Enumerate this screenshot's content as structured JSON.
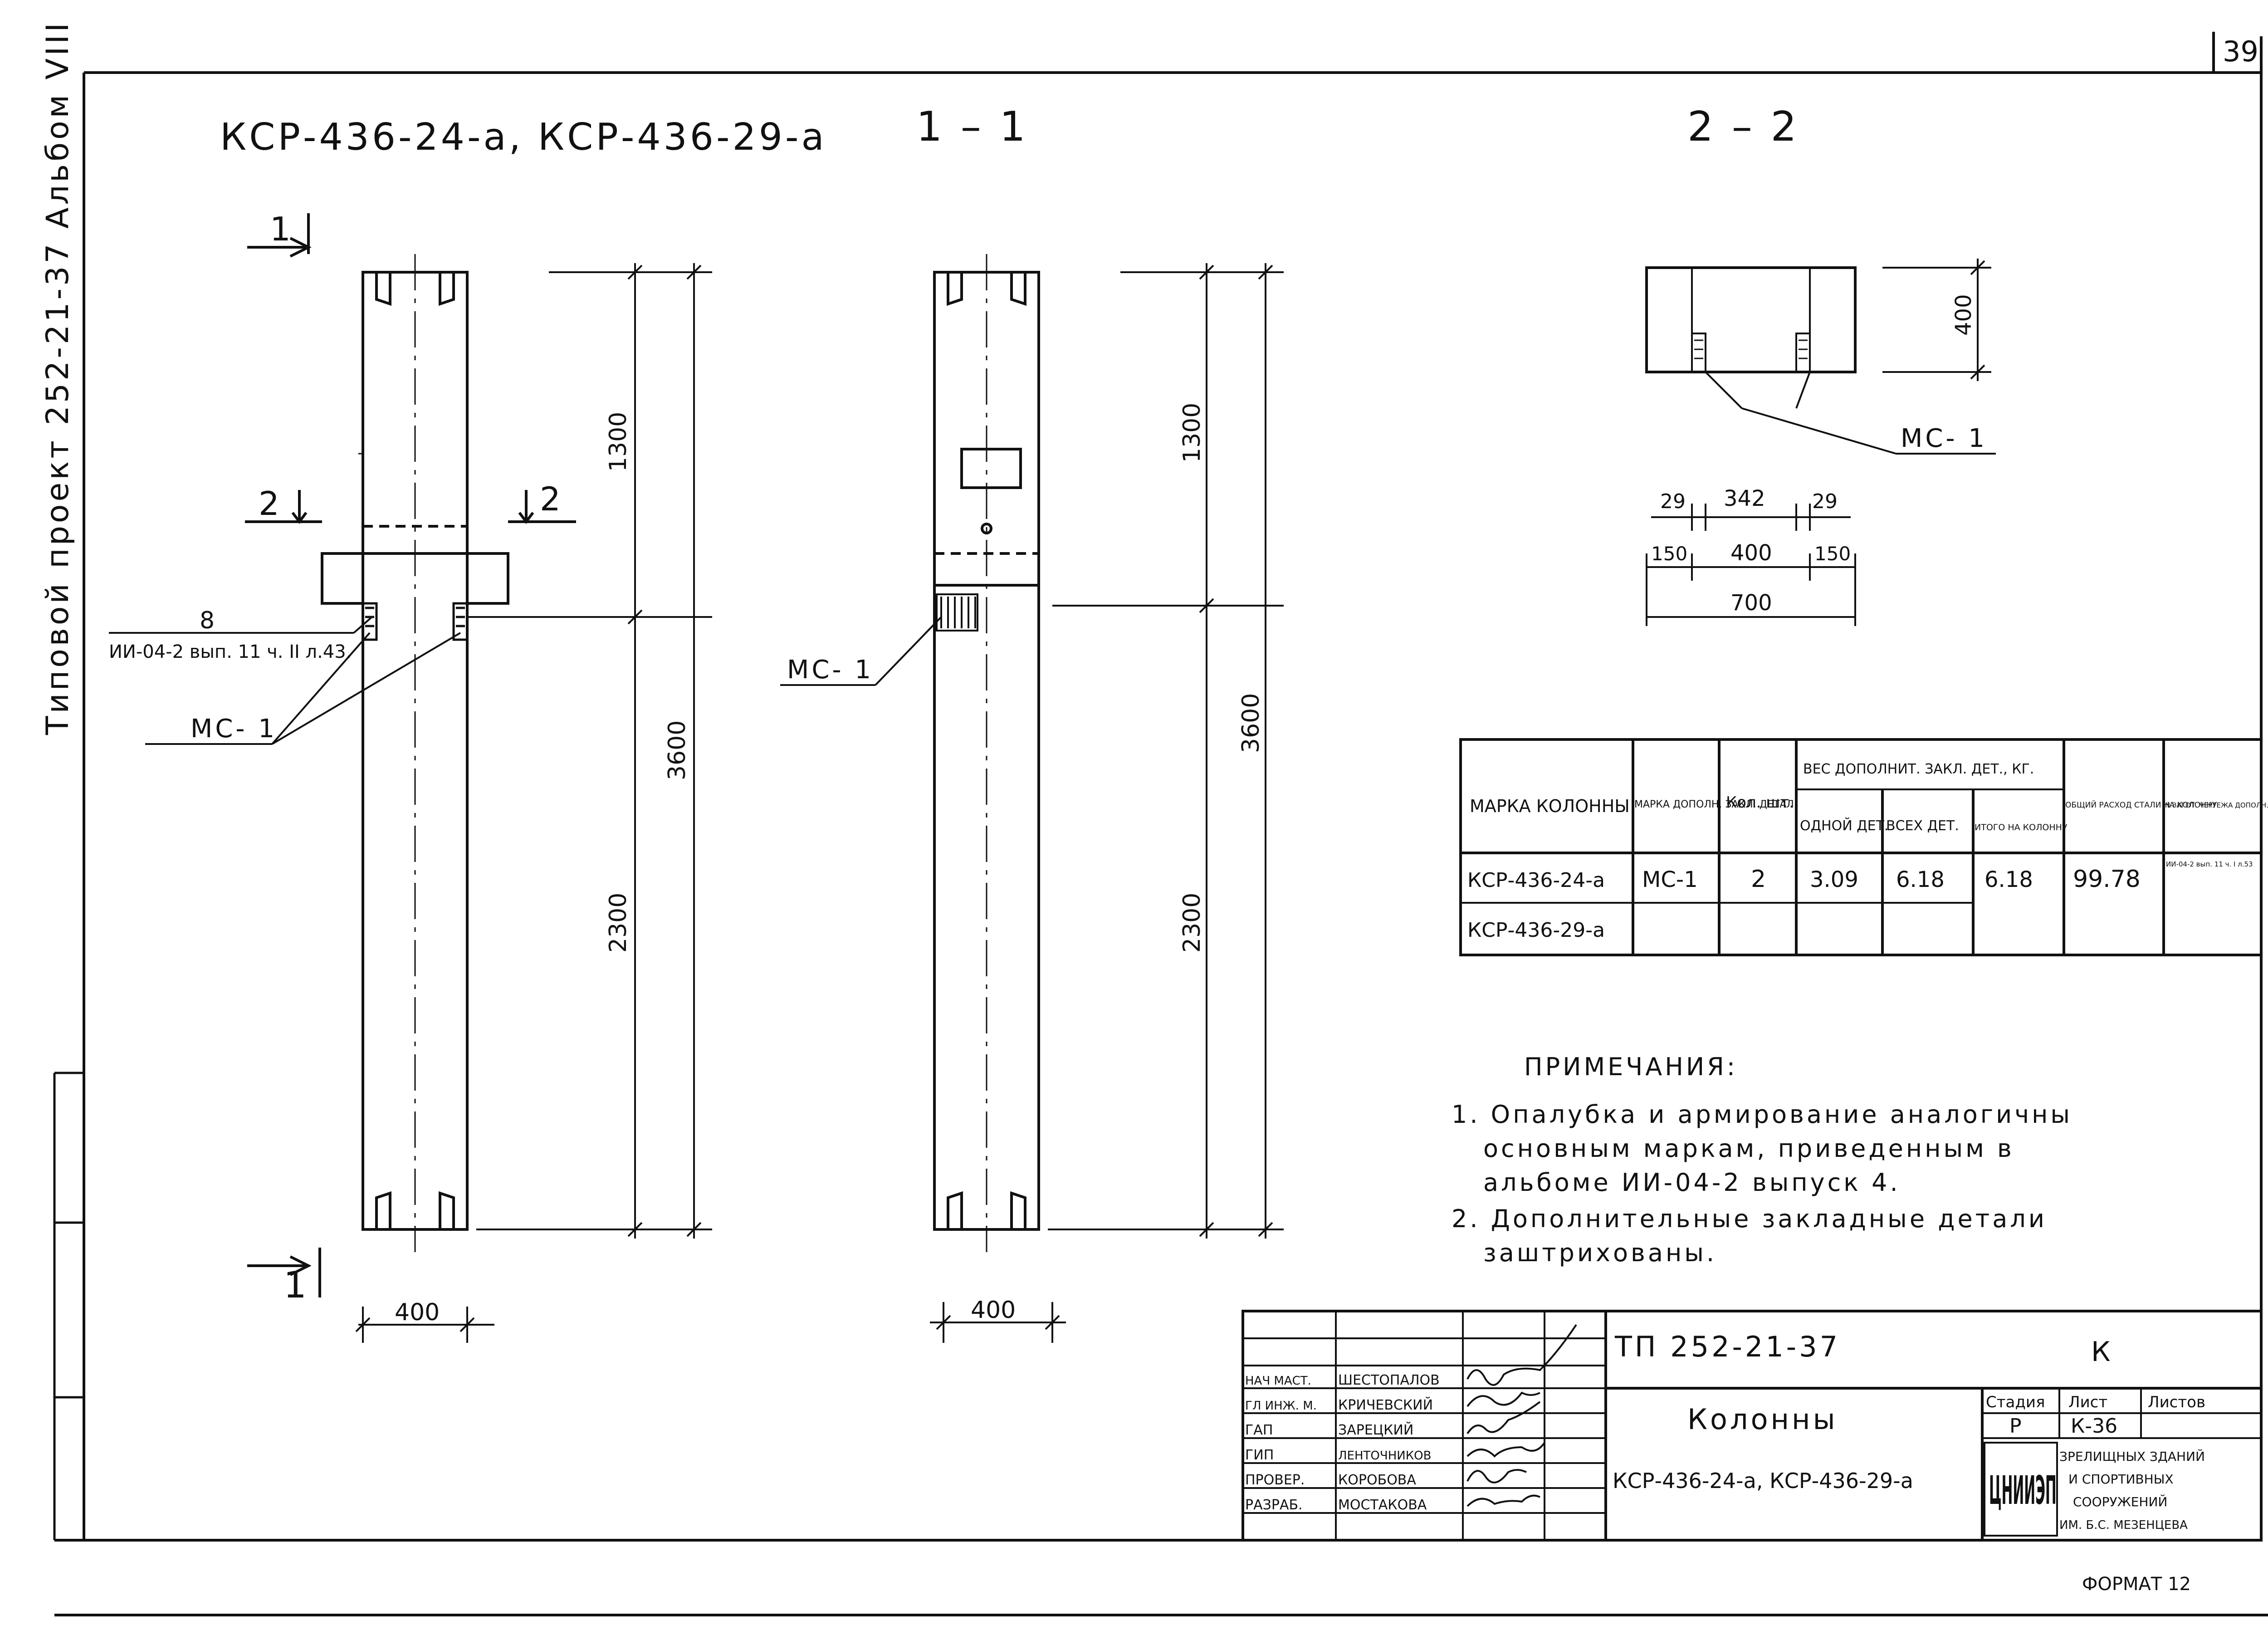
{
  "page": {
    "page_number": "39",
    "format": "ФОРМАТ 12"
  },
  "album_side": {
    "text": "Типовой проект 252-21-37 Альбом VIII"
  },
  "views": {
    "main_title": "КСР-436-24-а, КСР-436-29-а",
    "section_1_title": "1 – 1",
    "section_2_title": "2 – 2",
    "cut_1_mark": "1",
    "cut_2_mark": "2"
  },
  "dimensions": {
    "total_height": "3600",
    "upper_part": "1300",
    "lower_part": "2300",
    "column_width": "400",
    "d_29": "29",
    "d_342": "342",
    "d_150": "150",
    "d_400": "400",
    "d_700": "700",
    "section_depth": "400",
    "weld_len": "8"
  },
  "callouts": {
    "ref_detail": "ИИ-04-2 вып. 11 ч. II л.43.",
    "mc1_left": "МС- 1",
    "mc1_middle": "МС- 1",
    "mc1_section": "МС- 1"
  },
  "table": {
    "headers": {
      "mark_column": "МАРКА КОЛОННЫ",
      "mark_detail": "МАРКА ДОПОЛН. ЗАКЛ. ДЕТАЛ.",
      "qty": "Кол. шт.",
      "weight_group": "ВЕС ДОПОЛНИТ. ЗАКЛ. ДЕТ., КГ.",
      "weight_one": "ОДНОЙ ДЕТ.",
      "weight_all": "ВСЕХ ДЕТ.",
      "weight_total": "ИТОГО НА КОЛОННУ",
      "steel_total": "ОБЩИЙ РАСХОД СТАЛИ НА КОЛОННУ",
      "drawing_no": "N ЗАГОТ. ЧЕРТЕЖА ДОПОЛН. ЗАКЛ. ДЕТ."
    },
    "rows": [
      {
        "mark": "КСР-436-24-а",
        "detail": "МС-1",
        "qty": "2",
        "one": "3.09",
        "all": "6.18",
        "total": "6.18",
        "steel": "99.78",
        "drawing": "ИИ-04-2 вып. 11 ч. I л.53"
      },
      {
        "mark": "КСР-436-29-а",
        "detail": "",
        "qty": "",
        "one": "",
        "all": "",
        "total": "",
        "steel": "",
        "drawing": ""
      }
    ]
  },
  "notes": {
    "title": "ПРИМЕЧАНИЯ:",
    "items": [
      "1. Опалубка и армирование аналогичны",
      "основным маркам, приведенным в",
      "альбоме ИИ-04-2 выпуск 4.",
      "2. Дополнительные закладные детали",
      "заштрихованы."
    ]
  },
  "stamp": {
    "project": "ТП 252-21-37",
    "sheet_letter": "К",
    "name": "Колонны",
    "subtitle": "КСР-436-24-а, КСР-436-29-а",
    "stage_label": "Стадия",
    "sheet_label": "Лист",
    "sheets_label": "Листов",
    "stage": "Р",
    "sheet": "К-36",
    "org_logo": "ЦНИИЭП",
    "org_lines": [
      "ЗРЕЛИЩНЫХ ЗДАНИЙ",
      "И СПОРТИВНЫХ",
      "СООРУЖЕНИЙ",
      "ИМ. Б.С. МЕЗЕНЦЕВА"
    ],
    "people": [
      {
        "role": "НАЧ МАСТ.",
        "name": "ШЕСТОПАЛОВ"
      },
      {
        "role": "ГЛ ИНЖ. М.",
        "name": "КРИЧЕВСКИЙ"
      },
      {
        "role": "ГАП",
        "name": "ЗАРЕЦКИЙ"
      },
      {
        "role": "ГИП",
        "name": "ЛЕНТОЧНИКОВ"
      },
      {
        "role": "ПРОВЕР.",
        "name": "КОРОБОВА"
      },
      {
        "role": "РАЗРАБ.",
        "name": "МОСТАКОВА"
      }
    ]
  }
}
